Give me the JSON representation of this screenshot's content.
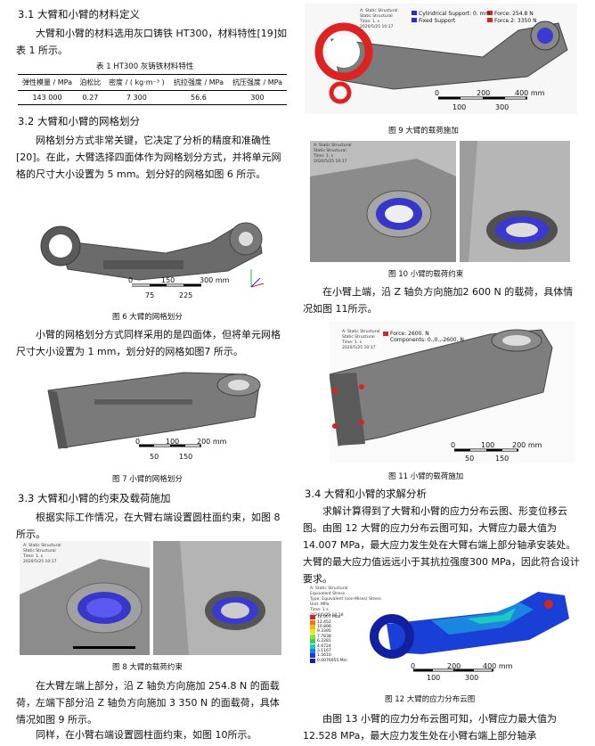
{
  "left": {
    "s31_heading": "3.1   大臂和小臂的材料定义",
    "s31_text": "大臂和小臂的材料选用灰口铸铁 HT300，材料特性[19]如表 1 所示。",
    "table_caption": "表 1    HT300 灰铸铁材料特性",
    "table_headers": [
      "弹性模量 / MPa",
      "泊松比",
      "密度 / ( kg·m⁻³ )",
      "抗拉强度 / MPa",
      "抗压强度 / MPa"
    ],
    "table_values": [
      "143 000",
      "0.27",
      "7 300",
      "56.6",
      "300"
    ],
    "s32_heading": "3.2   大臂和小臂的网格划分",
    "s32_text": "网格划分方式非常关键，它决定了分析的精度和准确性[20]。在此，大臂选择四面体作为网格划分方式，并将单元网格的尺寸大小设置为 5 mm。划分好的网格如图 6 所示。",
    "fig6_caption": "图 6    大臂的网格划分",
    "fig6_scale": {
      "ticks": [
        "0",
        "150",
        "300 mm"
      ],
      "ticks2": [
        "75",
        "225"
      ]
    },
    "mesh2_text": "小臂的网格划分方式同样采用的是四面体，但将单元网格尺寸大小设置为 1 mm，划分好的网格如图7 所示。",
    "fig7_caption": "图 7    小臂的网格划分",
    "fig7_scale": {
      "ticks": [
        "0",
        "100",
        "200 mm"
      ],
      "ticks2": [
        "50",
        "150"
      ]
    },
    "s33_heading": "3.3    大臂和小臂的约束及载荷施加",
    "s33_text": "根据实际工作情况，在大臂右端设置圆柱面约束，如图 8 所示。",
    "fig8_caption": "图 8    大臂的载荷约束",
    "load_text": "在大臂左端上部分，沿 Z 轴负方向施加 254.8 N 的面载荷，左端下部分沿 Z 轴负方向施加 3 350 N 的面载荷，具体情况如图 9 所示。",
    "last_text": "同样，在小臂右端设置圆柱面约束，如图 10所示。"
  },
  "right": {
    "fig9_legend": [
      "Cylindrical Support: 0. mm",
      "Fixed Support",
      "Force: 254.8 N",
      "Force 2: 3350 N"
    ],
    "fig9_scale": {
      "ticks": [
        "0",
        "200",
        "400 mm"
      ],
      "ticks2": [
        "100",
        "300"
      ]
    },
    "fig9_caption": "图 9    大臂的载荷施加",
    "fig10_caption": "图 10    小臂的载荷约束",
    "small_load_text": "在小臂上端，沿 Z 轴负方向施加2 600 N 的载荷，具体情况如图 11所示。",
    "fig11_legend": [
      "Force: 2600. N",
      "Components: 0.,0.,-2600. N"
    ],
    "fig11_scale": {
      "ticks": [
        "0",
        "100",
        "200 mm"
      ],
      "ticks2": [
        "50",
        "150"
      ]
    },
    "fig11_caption": "图 11    小臂的载荷施加",
    "s34_heading": "3.4    大臂和小臂的求解分析",
    "s34_text": "求解计算得到了大臂和小臂的应力分布云图、形变位移云图。由图 12 大臂的应力分布云图可知，大臂应力最大值为 14.007 MPa，最大应力发生处在大臂右端上部分轴承安装处。大臂的最大应力值远远小于其抗拉强度300 MPa，因此符合设计要求。",
    "fig12_meta": "A: Static Structural\nEquivalent Stress\nType: Equivalent (von-Mises) Stress\nUnit: MPa\nTime: 1 s\n2020/5/25 10:18",
    "fig12_legend_values": [
      "14.007 Max",
      "12.452",
      "10.896",
      "9.3395",
      "7.7838",
      "6.2281",
      "4.6724",
      "3.1167",
      "1.5610",
      "0.0076955 Min"
    ],
    "fig12_legend_colors": [
      "#d8221c",
      "#f0751a",
      "#f5b814",
      "#e8e61c",
      "#9bdd28",
      "#2fd35a",
      "#1ec9c2",
      "#1b86e0",
      "#1a3fd6",
      "#1020a0"
    ],
    "fig12_scale": {
      "ticks": [
        "0",
        "200",
        "400 mm"
      ],
      "ticks2": [
        "100",
        "300"
      ]
    },
    "fig12_caption": "图 12    大臂的应力分布云图",
    "last_text": "由图 13 小臂的应力分布云图可知，小臂应力最大值为 12.528 MPa，最大应力发生处在小臂右端上部分轴承"
  },
  "panel_header": "A: Static Structural\nStatic Structural\nTime: 1. s\n2020/5/25 10:17",
  "axis_labels": [
    "Z",
    "Y",
    "X"
  ]
}
